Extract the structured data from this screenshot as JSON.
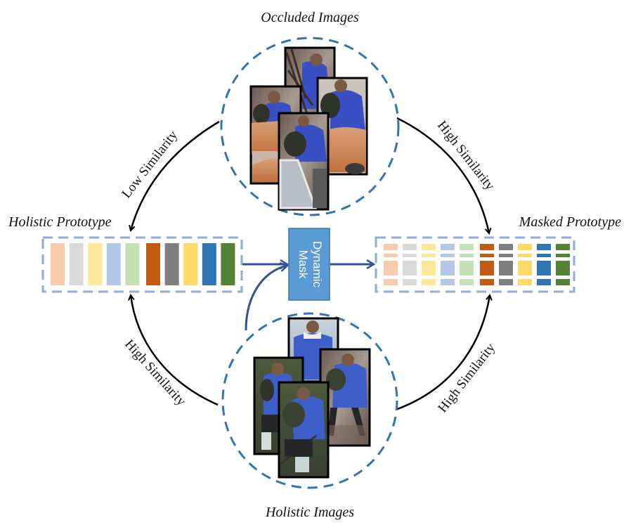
{
  "titles": {
    "occluded_images": "Occluded Images",
    "holistic_images": "Holistic Images",
    "holistic_prototype": "Holistic Prototype",
    "masked_prototype": "Masked Prototype"
  },
  "dynamic_mask": {
    "line1": "Dynamic",
    "line2": "Mask",
    "fill": "#5b9bd5",
    "stroke": "#41719c"
  },
  "arrows": {
    "top_left": "Low Similarity",
    "top_right": "High Similarity",
    "bottom_left": "High Similarity",
    "bottom_right": "High Similarity"
  },
  "colors": {
    "circle_dash": "#2e75b6",
    "box_dash": "#8faadc",
    "flow_arrow": "#2f5597",
    "similarity_arrow": "#000000"
  },
  "holistic_prototype": {
    "bars": [
      "#f8cbad",
      "#d9d9d9",
      "#ffe699",
      "#b4c7e7",
      "#c5e0b4",
      "#c55a11",
      "#7f7f7f",
      "#ffd966",
      "#2e75b6",
      "#548235"
    ]
  },
  "masked_prototype": {
    "bars": [
      "#f8cbad",
      "#d9d9d9",
      "#ffe699",
      "#b4c7e7",
      "#c5e0b4",
      "#c55a11",
      "#7f7f7f",
      "#ffd966",
      "#2e75b6",
      "#548235"
    ],
    "segments_description": "each bar split into 4 horizontal segments (mask gaps)"
  },
  "occluded_images": {
    "count": 4,
    "descriptions": [
      "person with backpack behind tree",
      "person occluded by orange car",
      "person occluded by car, backpack",
      "person occluded by sign board"
    ]
  },
  "holistic_images": {
    "count": 4,
    "descriptions": [
      "person in blue jacket front view",
      "person walking with backpack",
      "person walking side view with boots",
      "person walking with stick and boots"
    ]
  }
}
